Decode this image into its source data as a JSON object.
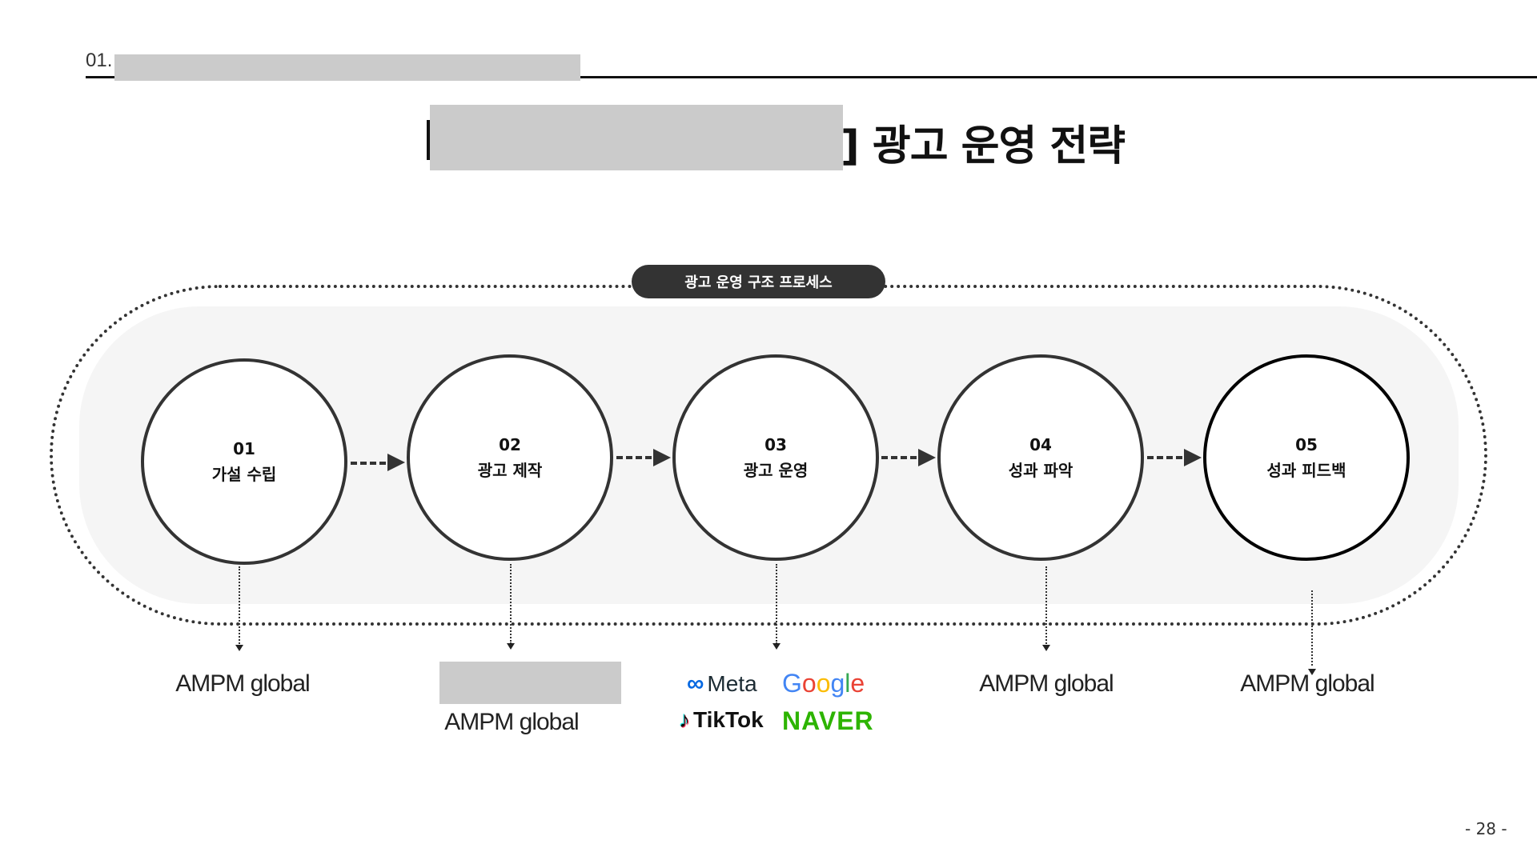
{
  "header": {
    "section_number": "01.",
    "title_suffix": "] 광고 운영 전략"
  },
  "process": {
    "label": "광고 운영 구조 프로세스",
    "steps": [
      {
        "number": "01",
        "label": "가설 수립",
        "partners": [
          "AMPM global"
        ]
      },
      {
        "number": "02",
        "label": "광고 제작",
        "partners": [
          "AMPM global"
        ]
      },
      {
        "number": "03",
        "label": "광고 운영",
        "partners": [
          "Meta",
          "Google",
          "TikTok",
          "NAVER"
        ]
      },
      {
        "number": "04",
        "label": "성과 파악",
        "partners": [
          "AMPM global"
        ]
      },
      {
        "number": "05",
        "label": "성과 피드백",
        "partners": [
          "AMPM global"
        ]
      }
    ]
  },
  "colors": {
    "meta": "#0668E1",
    "naver": "#2DB400",
    "pill": "#333333",
    "panel": "#f5f5f5"
  },
  "page_number": "- 28 -"
}
